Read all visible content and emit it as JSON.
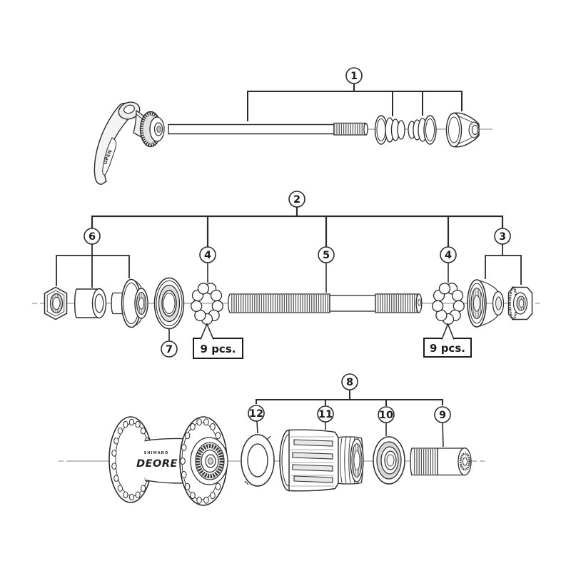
{
  "colors": {
    "background": "#ffffff",
    "line": "#2b2b2b",
    "axis": "#9c9c9c",
    "shade_light": "#e9e9e9",
    "shade_mid": "#d8d8d8"
  },
  "callouts": {
    "c1": "1",
    "c2": "2",
    "c3": "3",
    "c4_left": "4",
    "c4_right": "4",
    "c5": "5",
    "c6": "6",
    "c7": "7",
    "c8": "8",
    "c9": "9",
    "c10": "10",
    "c11": "11",
    "c12": "12"
  },
  "labels": {
    "ball_count_left": "9 pcs.",
    "ball_count_right": "9 pcs.",
    "lever": "OPEN",
    "hub_brand": "SHIMANO",
    "hub_model": "DEORE"
  }
}
